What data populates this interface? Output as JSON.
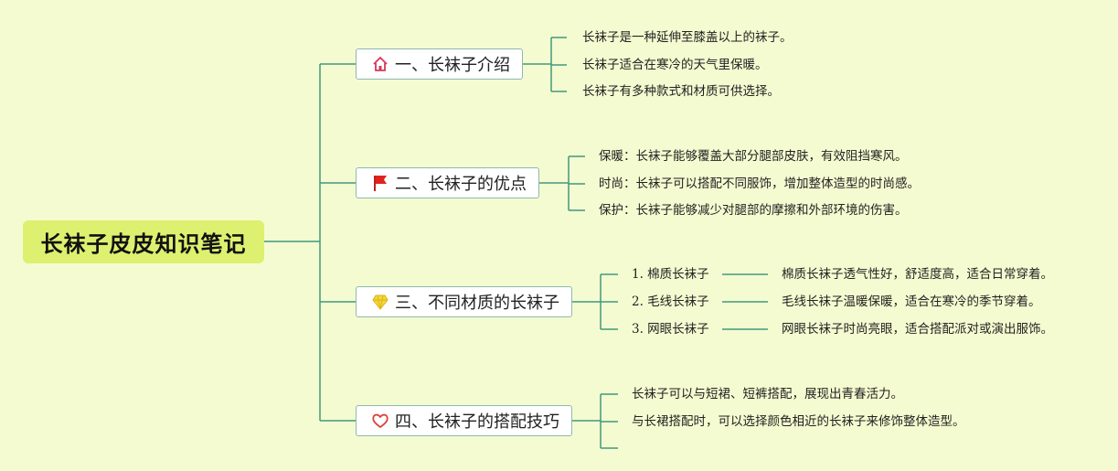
{
  "root": {
    "title": "长袜子皮皮知识笔记"
  },
  "branches": [
    {
      "title": "一、长袜子介绍",
      "icon": "home-icon",
      "items": [
        "长袜子是一种延伸至膝盖以上的袜子。",
        "长袜子适合在寒冷的天气里保暖。",
        "长袜子有多种款式和材质可供选择。"
      ]
    },
    {
      "title": "二、长袜子的优点",
      "icon": "red-flag-icon",
      "items": [
        "保暖：长袜子能够覆盖大部分腿部皮肤，有效阻挡寒风。",
        "时尚：长袜子可以搭配不同服饰，增加整体造型的时尚感。",
        "保护：长袜子能够减少对腿部的摩擦和外部环境的伤害。"
      ]
    },
    {
      "title": "三、不同材质的长袜子",
      "icon": "diamond-icon",
      "materials": [
        {
          "name": "1. 棉质长袜子",
          "desc": "棉质长袜子透气性好，舒适度高，适合日常穿着。"
        },
        {
          "name": "2. 毛线长袜子",
          "desc": "毛线长袜子温暖保暖，适合在寒冷的季节穿着。"
        },
        {
          "name": "3. 网眼长袜子",
          "desc": "网眼长袜子时尚亮眼，适合搭配派对或演出服饰。"
        }
      ]
    },
    {
      "title": "四、长袜子的搭配技巧",
      "icon": "heart-icon",
      "items": [
        "长袜子可以与短裙、短裤搭配，展现出青春活力。",
        "与长裙搭配时，可以选择颜色相近的长袜子来修饰整体造型。"
      ]
    }
  ],
  "colors": {
    "background": "#f5fbd0",
    "root_fill": "#def06f",
    "connector": "#3f9a7d",
    "branch_border": "#8fb8b0"
  }
}
